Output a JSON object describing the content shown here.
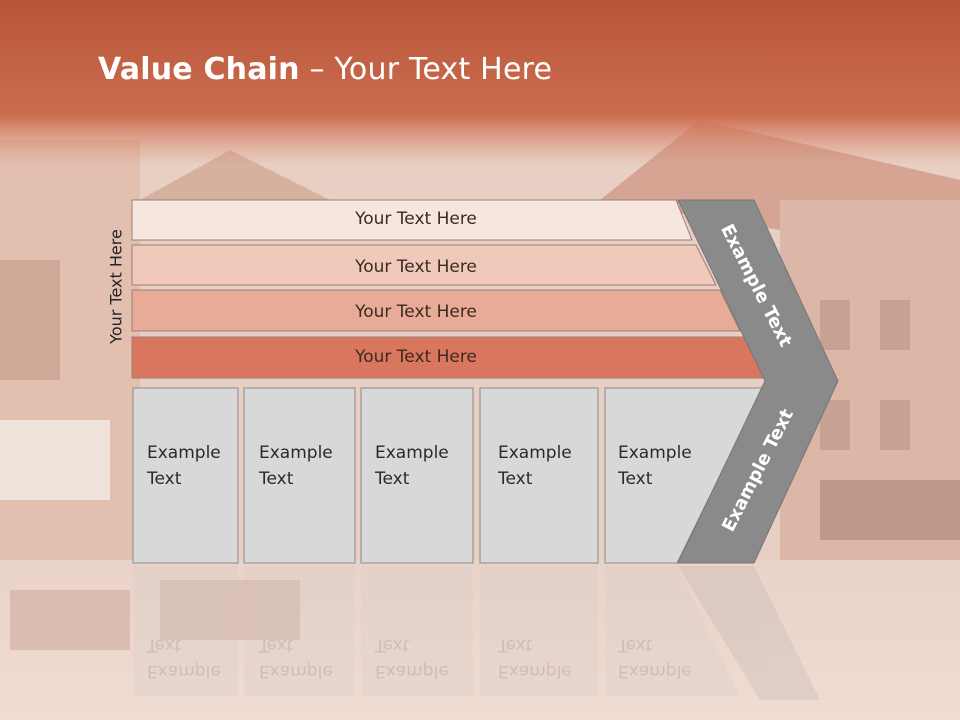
{
  "title": {
    "bold": "Value Chain",
    "rest": " – Your Text Here"
  },
  "side_label": "Your Text Here",
  "bands": [
    {
      "label": "Your Text Here",
      "color": "#f6e6e0"
    },
    {
      "label": "Your Text Here",
      "color": "#f0c9bb"
    },
    {
      "label": "Your Text Here",
      "color": "#e8ab97"
    },
    {
      "label": "Your Text Here",
      "color": "#d9775e"
    }
  ],
  "boxes": [
    {
      "line1": "Example",
      "line2": "Text"
    },
    {
      "line1": "Example",
      "line2": "Text"
    },
    {
      "line1": "Example",
      "line2": "Text"
    },
    {
      "line1": "Example",
      "line2": "Text"
    },
    {
      "line1": "Example",
      "line2": "Text"
    }
  ],
  "chevron": {
    "upper_label": "Example Text",
    "lower_label": "Example Text"
  },
  "colors": {
    "header": "#c8684a",
    "box": "#d8d8d8",
    "chevron": "#8a8a8a"
  }
}
